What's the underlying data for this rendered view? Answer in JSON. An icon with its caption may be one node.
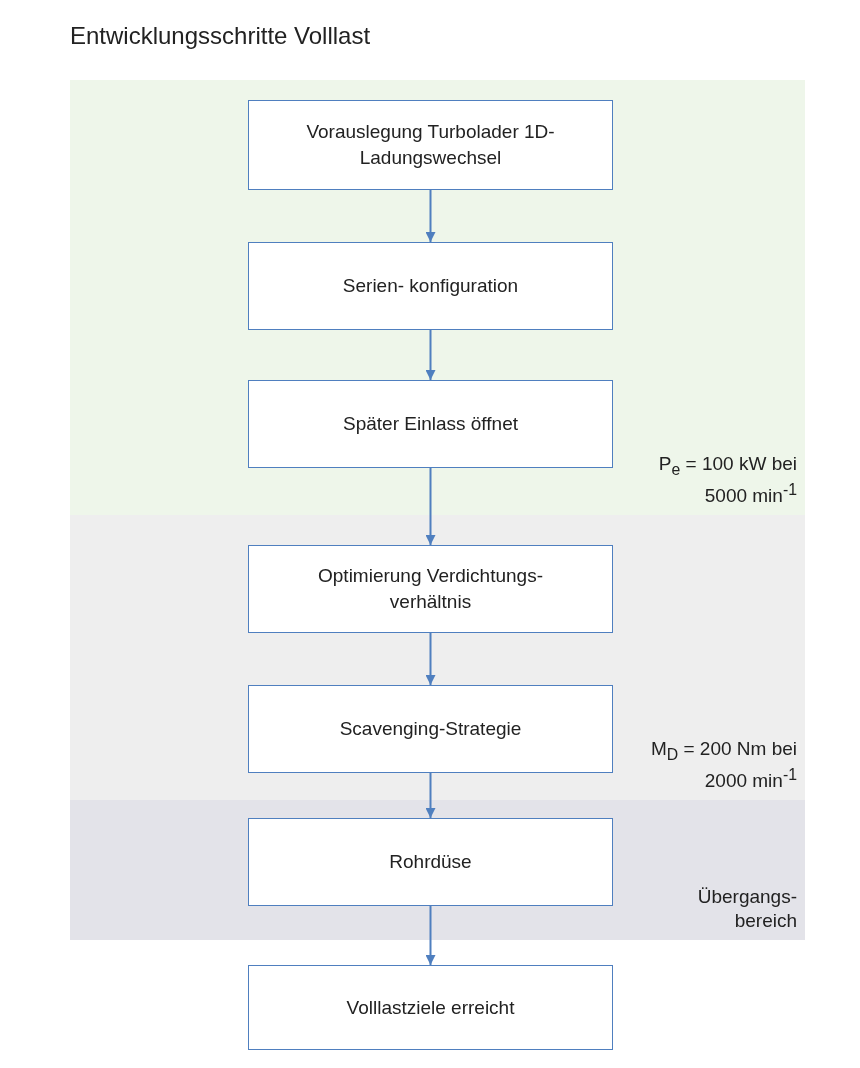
{
  "diagram": {
    "title": "Entwicklungsschritte Volllast",
    "nodes": [
      {
        "text": [
          "P$_{e}$ = 100 kW bei 5000 min$^{-1}$"
        ]
      },
      {
        "text": [
          "Vorauslegung Turbolader 1D-Ladungswechsel"
        ],
        "in": 0
      },
      {
        "text": [
          "Serien- konfiguration"
        ],
        "in": 0
      },
      {
        "text": [
          "Später Einlass öffnet"
        ],
        "in": 0
      },
      {
        "text": [
          "M$_{D}$ = 200 Nm bei 2000 min$^{-1}$"
        ]
      },
      {
        "text": [
          "Optimierung Verdichtungs- verhältnis"
        ],
        "in": 4
      },
      {
        "text": [
          "Scavenging-Strategie"
        ],
        "in": 4
      },
      {
        "text": [
          "Übergangs- bereich"
        ]
      },
      {
        "text": [
          "Rohrdüse"
        ],
        "in": 7
      },
      {
        "text": [
          "Volllastziele erreicht"
        ]
      }
    ],
    "edges": [
      {
        "from": 1,
        "to": 2,
        "arrow": "to"
      },
      {
        "from": 2,
        "to": 3,
        "arrow": "to"
      },
      {
        "from": 3,
        "to": 5,
        "arrow": "to"
      },
      {
        "from": 5,
        "to": 6,
        "arrow": "to"
      },
      {
        "from": 6,
        "to": 8,
        "arrow": "to"
      },
      {
        "from": 8,
        "to": 9,
        "arrow": "to"
      }
    ]
  }
}
